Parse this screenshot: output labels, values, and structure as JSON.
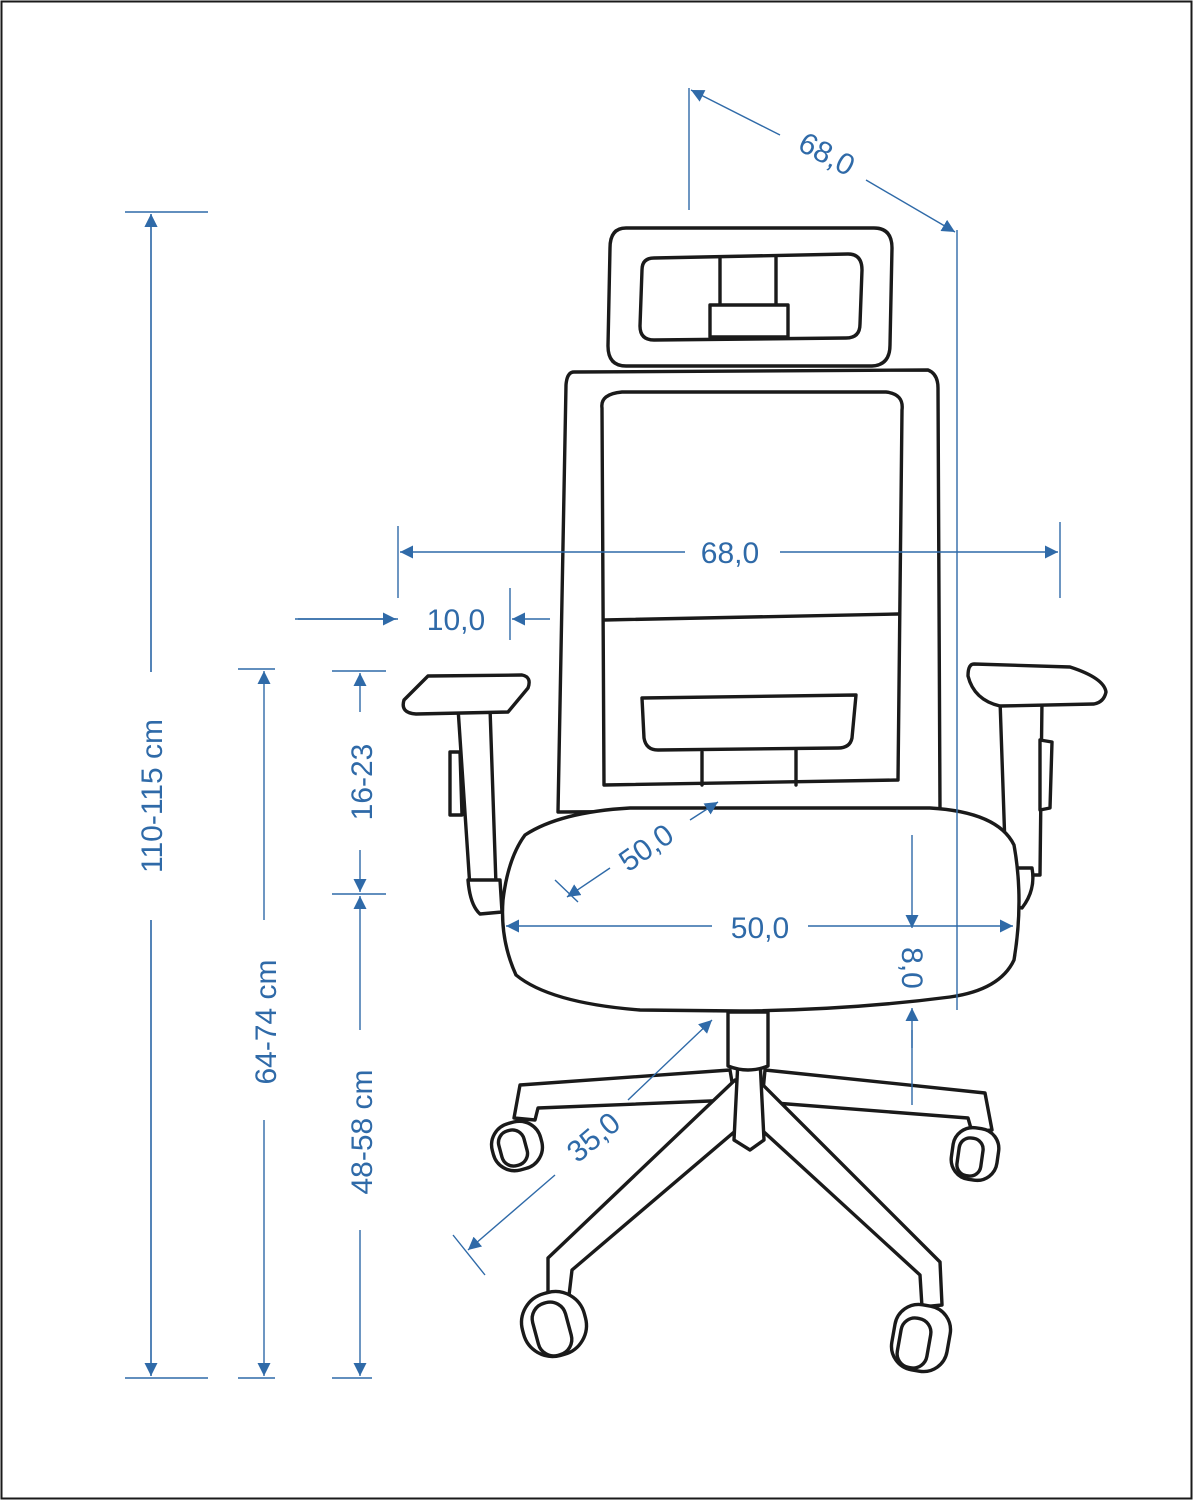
{
  "diagram": {
    "colors": {
      "dimension": "#2f6aa8",
      "outline": "#1a1a1a",
      "background": "#ffffff"
    },
    "labels": {
      "total_height": "110-115 cm",
      "armrest_height": "64-74 cm",
      "seat_height": "48-58 cm",
      "armrest_adjust": "16-23",
      "overall_depth": "68,0",
      "overall_width": "68,0",
      "armrest_width": "10,0",
      "seat_depth": "50,0",
      "seat_width": "50,0",
      "seat_thickness": "8,0",
      "base_radius": "35,0"
    }
  }
}
